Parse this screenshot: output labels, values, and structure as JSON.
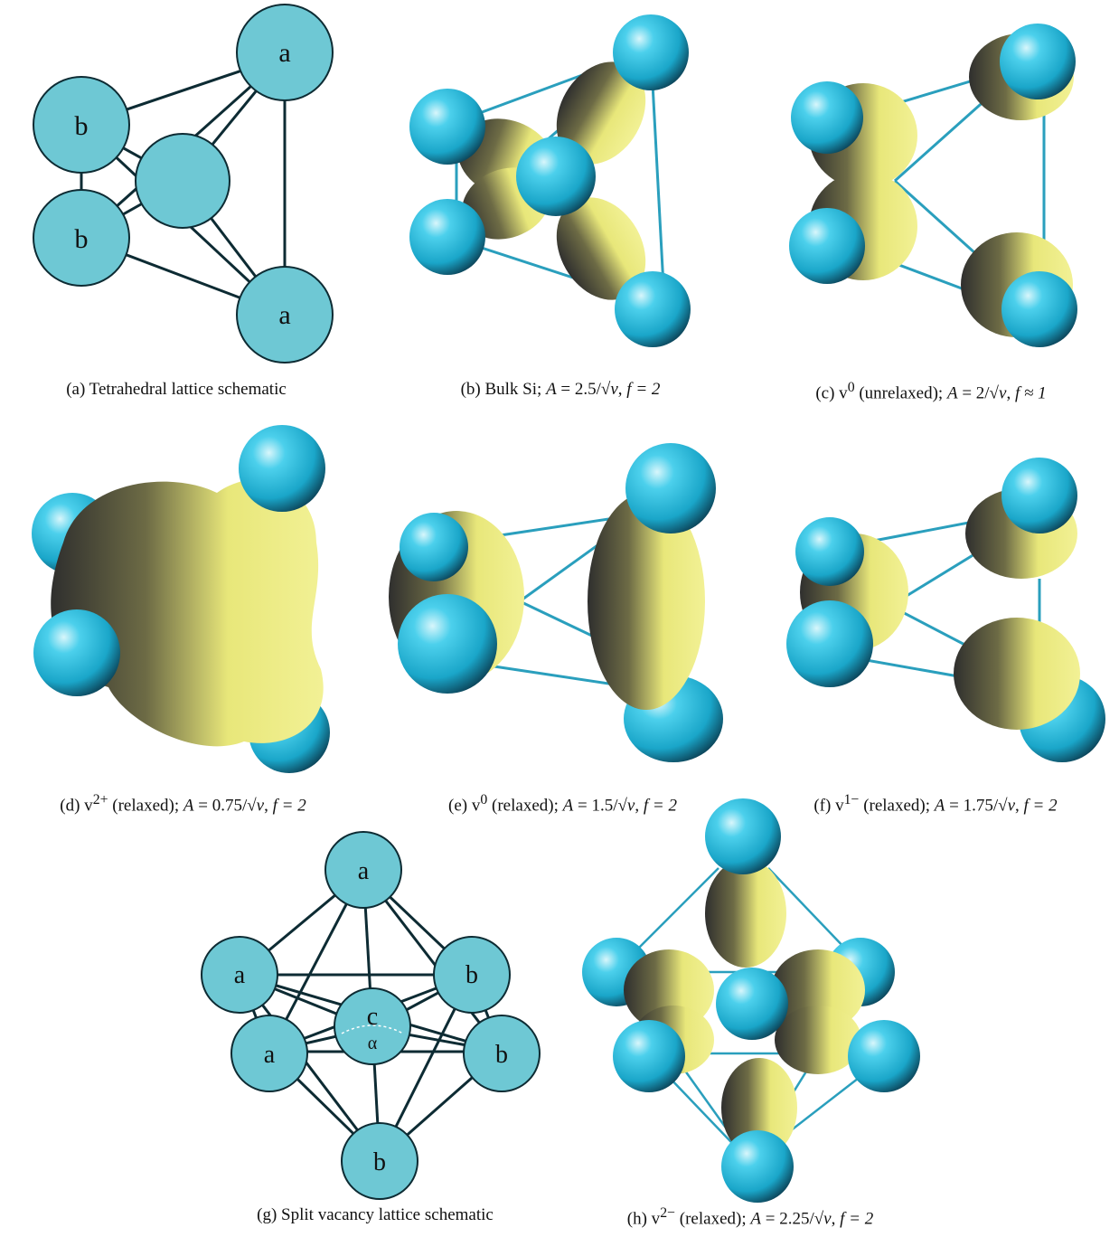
{
  "colors": {
    "atom": "#6ec8d4",
    "atom_shaded": "#29b6d8",
    "bond": "#2a9fbd",
    "density": "#e9e87a",
    "density_dark": "#3a3a38",
    "outline": "#0d2b33"
  },
  "panels": {
    "a": {
      "caption": "(a) Tetrahedral lattice schematic",
      "atom_labels": [
        "a",
        "b",
        "b",
        "a"
      ]
    },
    "b": {
      "caption_prefix": "(b) Bulk Si; ",
      "A": "2.5",
      "f": "f = 2"
    },
    "c": {
      "caption_prefix": "(c) v",
      "sup": "0",
      "state": " (unrelaxed); ",
      "A": "2",
      "f": "f ≈ 1"
    },
    "d": {
      "caption_prefix": "(d) v",
      "sup": "2+",
      "state": " (relaxed); ",
      "A": "0.75",
      "f": "f = 2"
    },
    "e": {
      "caption_prefix": "(e) v",
      "sup": "0",
      "state": " (relaxed); ",
      "A": "1.5",
      "f": "f = 2"
    },
    "f": {
      "caption_prefix": "(f) v",
      "sup": "1−",
      "state": " (relaxed); ",
      "A": "1.75",
      "f": "f = 2"
    },
    "g": {
      "caption": "(g) Split vacancy lattice schematic",
      "atom_labels": [
        "a",
        "a",
        "a",
        "b",
        "b",
        "b",
        "c"
      ],
      "angle_label": "α"
    },
    "h": {
      "caption_prefix": "(h) v",
      "sup": "2−",
      "state": " (relaxed); ",
      "A": "2.25",
      "f": "f = 2"
    }
  }
}
